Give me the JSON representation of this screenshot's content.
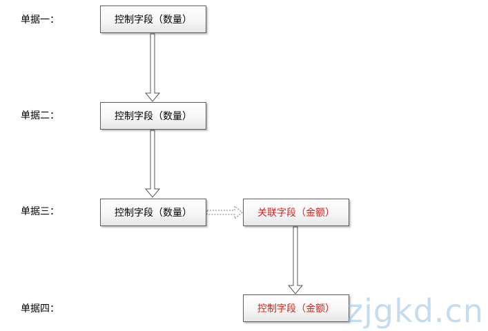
{
  "rows": [
    {
      "label": "单据一：",
      "field": "控制字段（数量）"
    },
    {
      "label": "单据二：",
      "field": "控制字段（数量）"
    },
    {
      "label": "单据三：",
      "field": "控制字段（数量）",
      "related_field": "关联字段（金额）"
    },
    {
      "label": "单据四：",
      "field": "控制字段（金额）"
    }
  ],
  "colors": {
    "quantity_text": "#000000",
    "amount_text": "#e0201a",
    "border": "#5a5a5a",
    "watermark": "#96bee1"
  },
  "watermark": "zjgkd.cn"
}
